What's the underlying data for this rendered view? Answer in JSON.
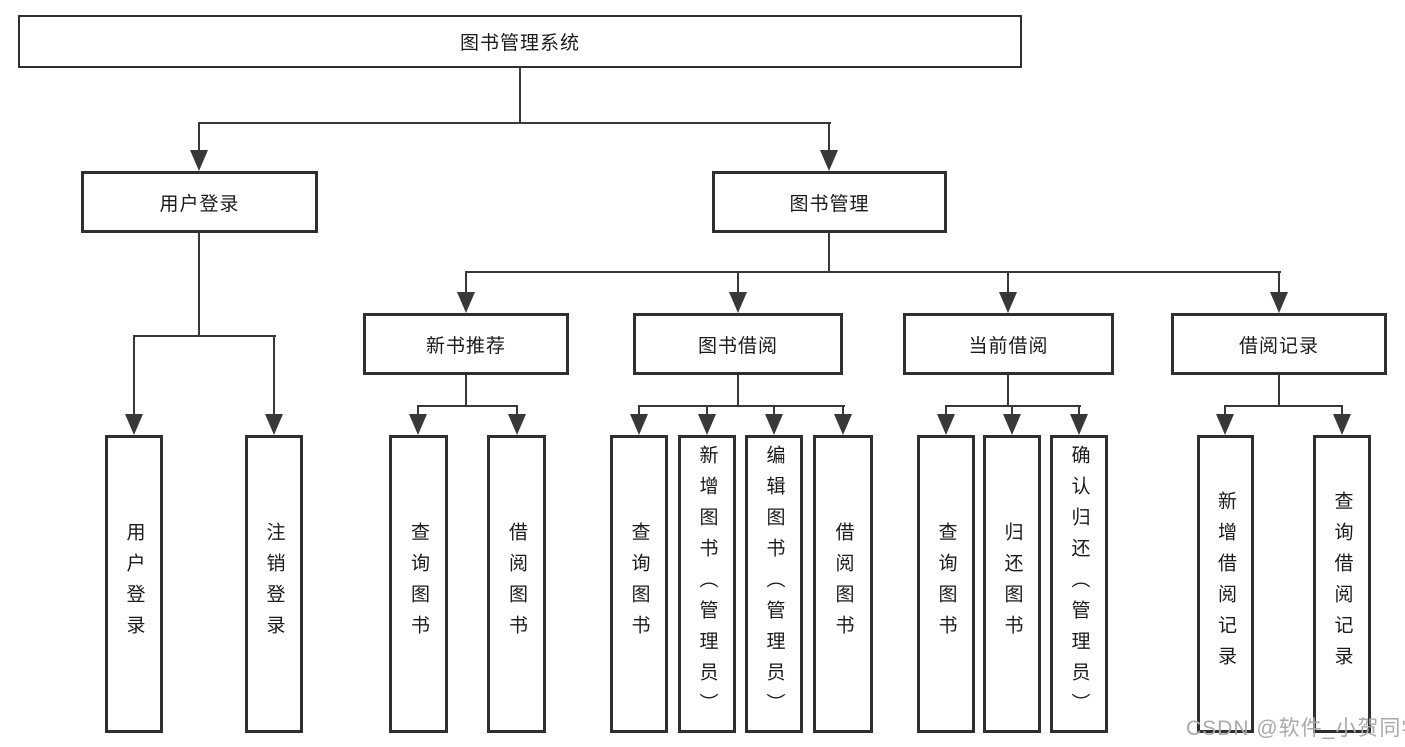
{
  "tree": {
    "root": "图书管理系统",
    "branches": [
      {
        "label": "用户登录",
        "children": [
          "用户登录",
          "注销登录"
        ]
      },
      {
        "label": "图书管理",
        "groups": [
          {
            "label": "新书推荐",
            "children": [
              "查询图书",
              "借阅图书"
            ]
          },
          {
            "label": "图书借阅",
            "children": [
              "查询图书",
              "新增图书（管理员）",
              "编辑图书（管理员）",
              "借阅图书"
            ]
          },
          {
            "label": "当前借阅",
            "children": [
              "查询图书",
              "归还图书",
              "确认归还（管理员）"
            ]
          },
          {
            "label": "借阅记录",
            "children": [
              "新增借阅记录",
              "查询借阅记录"
            ]
          }
        ]
      }
    ]
  },
  "watermark": {
    "text": "CSDN @软件_小贺同学"
  },
  "colors": {
    "line": "#383838",
    "border": "#2f2f2f",
    "text": "#1a1a1a",
    "watermark": "#a9a9ae",
    "background": "#ffffff"
  }
}
